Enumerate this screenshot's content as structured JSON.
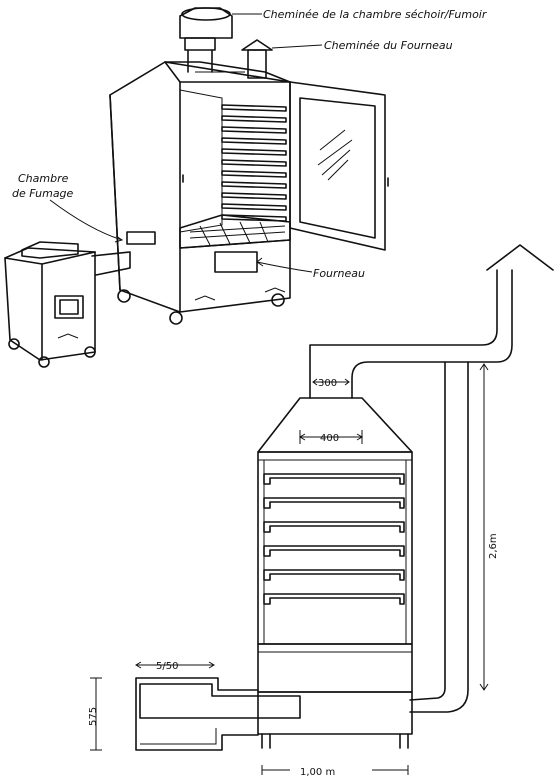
{
  "labels": {
    "chimney_chamber": "Cheminée de la chambre séchoir/Fumoir",
    "chimney_furnace": "Cheminée du Fourneau",
    "smoking_chamber_line1": "Chambre",
    "smoking_chamber_line2": "de Fumage",
    "furnace": "Fourneau"
  },
  "dimensions": {
    "duct_width": "300",
    "hood_width": "400",
    "height": "2,6m",
    "furnace_length": "5/50",
    "furnace_height": "575",
    "base_width": "1,00 m"
  },
  "shelves": {
    "upper_unit_count": 11,
    "lower_unit_count": 6
  }
}
